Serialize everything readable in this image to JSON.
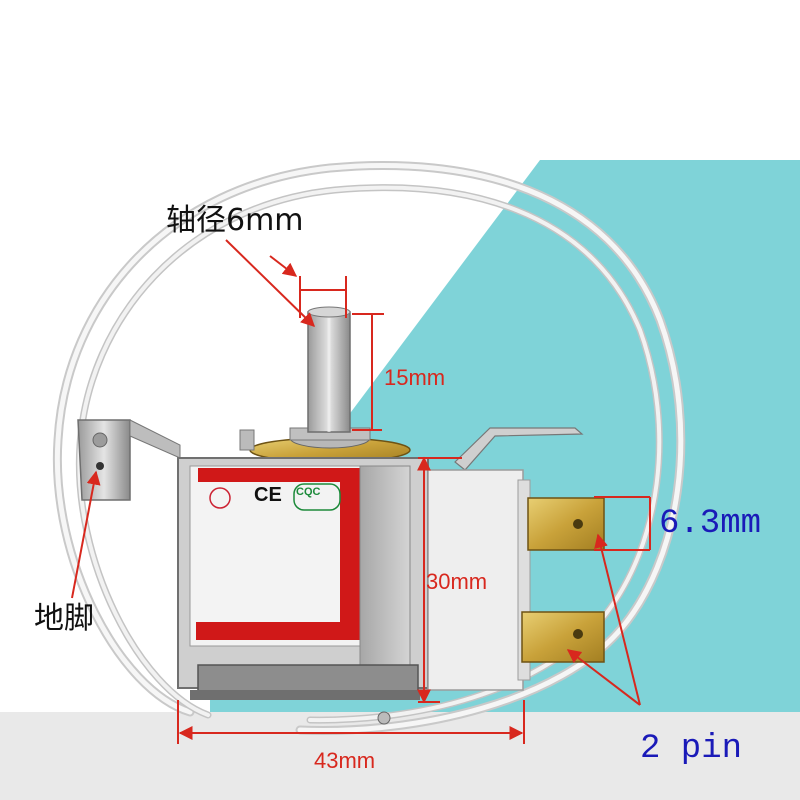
{
  "labels": {
    "shaft_diameter": "轴径6mm",
    "shaft_length": "15mm",
    "height": "30mm",
    "width": "43mm",
    "terminal_width": "6.3mm",
    "pins": "2 pin",
    "mounting_foot": "地脚"
  },
  "markings": {
    "ce": "CE",
    "cqc": "CQC"
  },
  "colors": {
    "background_white": "#ffffff",
    "background_teal": "#7fd3d8",
    "floor_gray": "#e9e9e9",
    "dimension_red": "#d8281e",
    "label_blue": "#1a1ab8"
  }
}
